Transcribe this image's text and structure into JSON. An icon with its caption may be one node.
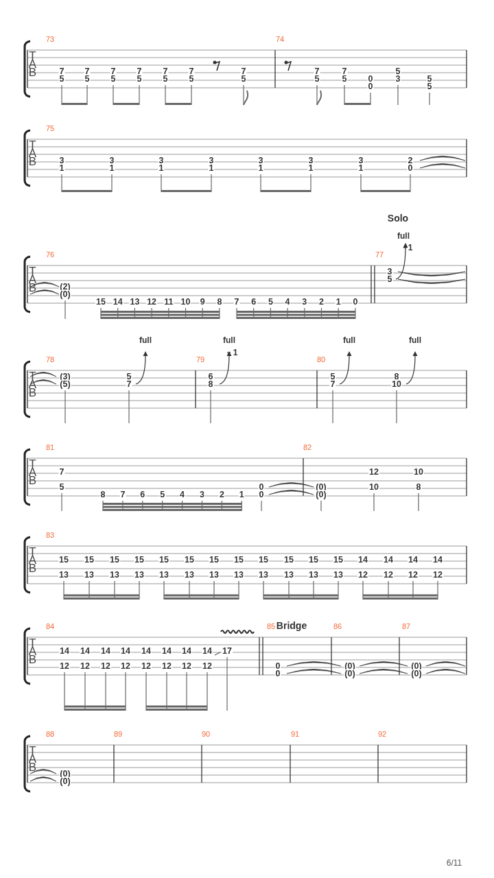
{
  "diagram": {
    "labels": [
      "73",
      "74",
      "TAB",
      "7",
      "5",
      "7",
      "5",
      "7",
      "5",
      "7",
      "5",
      "7",
      "5",
      "7",
      "5",
      "7",
      "5",
      "7",
      "5",
      "7",
      "5",
      "0",
      "0",
      "5",
      "3",
      "5",
      "5",
      "75",
      "TAB",
      "3",
      "1",
      "3",
      "1",
      "3",
      "1",
      "3",
      "1",
      "3",
      "1",
      "3",
      "1",
      "3",
      "1",
      "2",
      "0",
      "Solo",
      "full",
      "1",
      "76",
      "77",
      "TAB",
      "(2)",
      "(0)",
      "15",
      "14",
      "13",
      "12",
      "11",
      "10",
      "9",
      "8",
      "7",
      "6",
      "5",
      "4",
      "3",
      "2",
      "1",
      "0",
      "3",
      "5",
      "full",
      "full",
      "1",
      "full",
      "full",
      "78",
      "79",
      "80",
      "TAB",
      "(3)",
      "(5)",
      "5",
      "7",
      "6",
      "8",
      "5",
      "7",
      "8",
      "10",
      "81",
      "82",
      "TAB",
      "7",
      "5",
      "8",
      "7",
      "6",
      "5",
      "4",
      "3",
      "2",
      "1",
      "0",
      "0",
      "(0)",
      "(0)",
      "12",
      "10",
      "10",
      "8",
      "83",
      "TAB",
      "15",
      "13",
      "15",
      "13",
      "15",
      "13",
      "15",
      "13",
      "15",
      "13",
      "15",
      "13",
      "15",
      "13",
      "15",
      "13",
      "15",
      "13",
      "15",
      "13",
      "15",
      "13",
      "15",
      "13",
      "14",
      "12",
      "14",
      "12",
      "14",
      "12",
      "14",
      "12",
      "Bridge",
      "84",
      "85",
      "86",
      "87",
      "TAB",
      "14",
      "12",
      "14",
      "12",
      "14",
      "12",
      "14",
      "12",
      "14",
      "12",
      "14",
      "12",
      "14",
      "12",
      "14",
      "12",
      "17",
      "0",
      "0",
      "(0)",
      "(0)",
      "(0)",
      "(0)",
      "88",
      "89",
      "90",
      "91",
      "92",
      "TAB",
      "(0)",
      "(0)",
      "6/11"
    ]
  }
}
